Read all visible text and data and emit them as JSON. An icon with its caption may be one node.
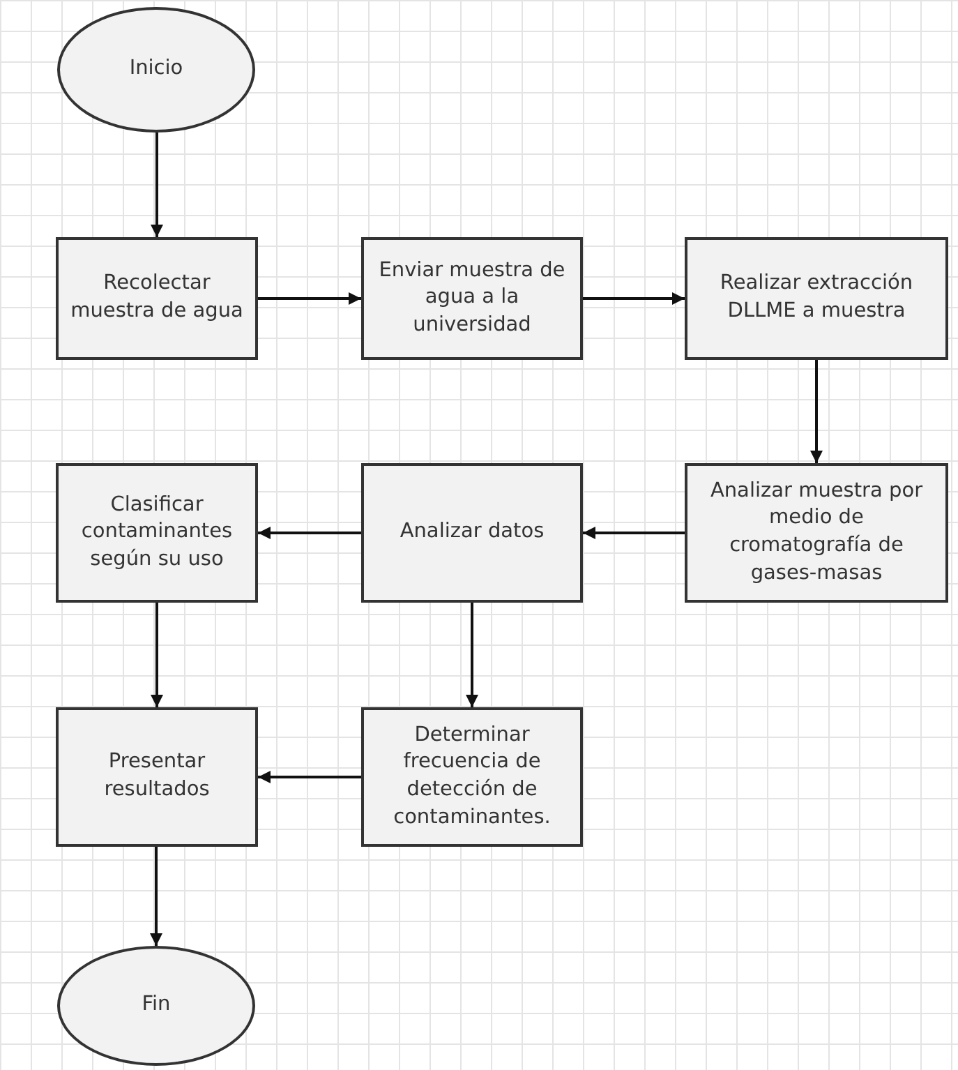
{
  "diagram": {
    "nodes": [
      {
        "text": [
          "Inicio"
        ]
      },
      {
        "text": [
          "Recolectar muestra de agua"
        ]
      },
      {
        "text": [
          "Enviar muestra de agua a la universidad"
        ]
      },
      {
        "text": [
          "Realizar extracción DLLME a muestra"
        ]
      },
      {
        "text": [
          "Analizar muestra por medio de cromatografía de gases-masas"
        ]
      },
      {
        "text": [
          "Analizar datos"
        ]
      },
      {
        "text": [
          "Clasificar contaminantes según su uso"
        ]
      },
      {
        "text": [
          "Determinar frecuencia de detección de contaminantes."
        ]
      },
      {
        "text": [
          "Presentar resultados"
        ]
      },
      {
        "text": [
          "Fin"
        ]
      }
    ],
    "edges": [
      {
        "from": 0,
        "to": 1,
        "arrow": "to"
      },
      {
        "from": 1,
        "to": 2,
        "arrow": "to"
      },
      {
        "from": 2,
        "to": 3,
        "arrow": "to"
      },
      {
        "from": 3,
        "to": 4,
        "arrow": "to"
      },
      {
        "from": 4,
        "to": 5,
        "arrow": "to"
      },
      {
        "from": 5,
        "to": 6,
        "arrow": "to"
      },
      {
        "from": 5,
        "to": 7,
        "arrow": "to"
      },
      {
        "from": 6,
        "to": 8,
        "arrow": "to"
      },
      {
        "from": 7,
        "to": 8,
        "arrow": "to"
      },
      {
        "from": 8,
        "to": 9,
        "arrow": "to"
      }
    ]
  }
}
